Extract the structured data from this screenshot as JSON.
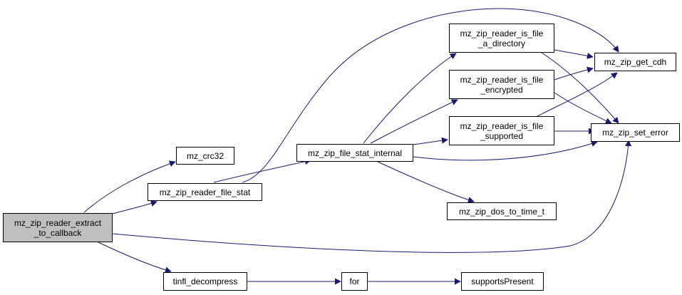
{
  "colors": {
    "edge": "#191970",
    "root_fill": "#bfbfbf",
    "node_fill": "#ffffff",
    "border": "#000000"
  },
  "nodes": {
    "extract_to_callback": {
      "line1": "mz_zip_reader_extract",
      "line2": "_to_callback"
    },
    "crc32": {
      "line1": "mz_crc32"
    },
    "reader_file_stat": {
      "line1": "mz_zip_reader_file_stat"
    },
    "file_stat_internal": {
      "line1": "mz_zip_file_stat_internal"
    },
    "tinfl_decompress": {
      "line1": "tinfl_decompress"
    },
    "for": {
      "line1": "for"
    },
    "supports_present": {
      "line1": "supportsPresent"
    },
    "is_file_a_directory": {
      "line1": "mz_zip_reader_is_file",
      "line2": "_a_directory"
    },
    "is_file_encrypted": {
      "line1": "mz_zip_reader_is_file",
      "line2": "_encrypted"
    },
    "is_file_supported": {
      "line1": "mz_zip_reader_is_file",
      "line2": "_supported"
    },
    "dos_to_time_t": {
      "line1": "mz_zip_dos_to_time_t"
    },
    "get_cdh": {
      "line1": "mz_zip_get_cdh"
    },
    "set_error": {
      "line1": "mz_zip_set_error"
    }
  }
}
